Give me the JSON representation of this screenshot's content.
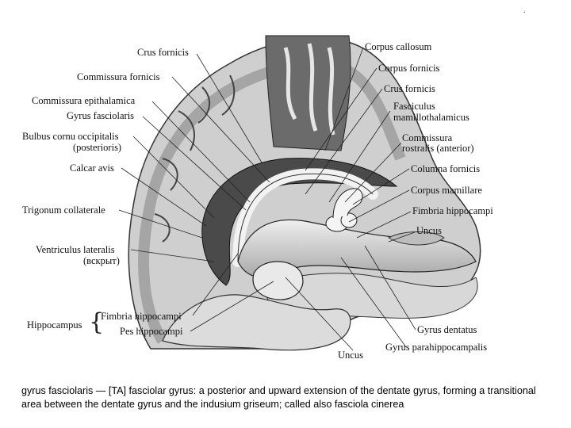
{
  "labels_left": {
    "crus_fornicis": "Crus fornicis",
    "commissura_fornicis": "Commissura fornicis",
    "commissura_epithalamica": "Commissura epithalamica",
    "gyrus_fasciolaris": "Gyrus fasciolaris",
    "bulbus_line1": "Bulbus cornu occipitalis",
    "bulbus_line2": "(posterioris)",
    "calcar_avis": "Calcar avis",
    "trigonum_collaterale": "Trigonum collaterale",
    "ventriculus_line1": "Ventriculus lateralis",
    "ventriculus_line2": "(вскрыт)",
    "hippocampus": "Hippocampus",
    "fimbria_hippocampi": "Fimbria hippocampi",
    "pes_hippocampi": "Pes hippocampi",
    "uncus_bottom": "Uncus"
  },
  "labels_right": {
    "corpus_callosum": "Corpus callosum",
    "corpus_fornicis": "Corpus fornicis",
    "crus_fornicis": "Crus fornicis",
    "fasciculus_line1": "Fasciculus",
    "fasciculus_line2": "mamillothalamicus",
    "commissura_line1": "Commissura",
    "commissura_line2": "rostralis (anterior)",
    "columna_fornicis": "Columna fornicis",
    "corpus_mamillare": "Corpus mamillare",
    "fimbria_hippocampi": "Fimbria hippocampi",
    "uncus": "Uncus",
    "gyrus_dentatus": "Gyrus dentatus",
    "gyrus_parahippocampalis": "Gyrus parahippocampalis"
  },
  "caption": "gyrus fasciolaris — [TA] fasciolar gyrus: a posterior and upward extension of the dentate gyrus, forming a transitional area between the dentate gyrus and the indusium griseum; called also fasciola cinerea",
  "corner_mark": "."
}
